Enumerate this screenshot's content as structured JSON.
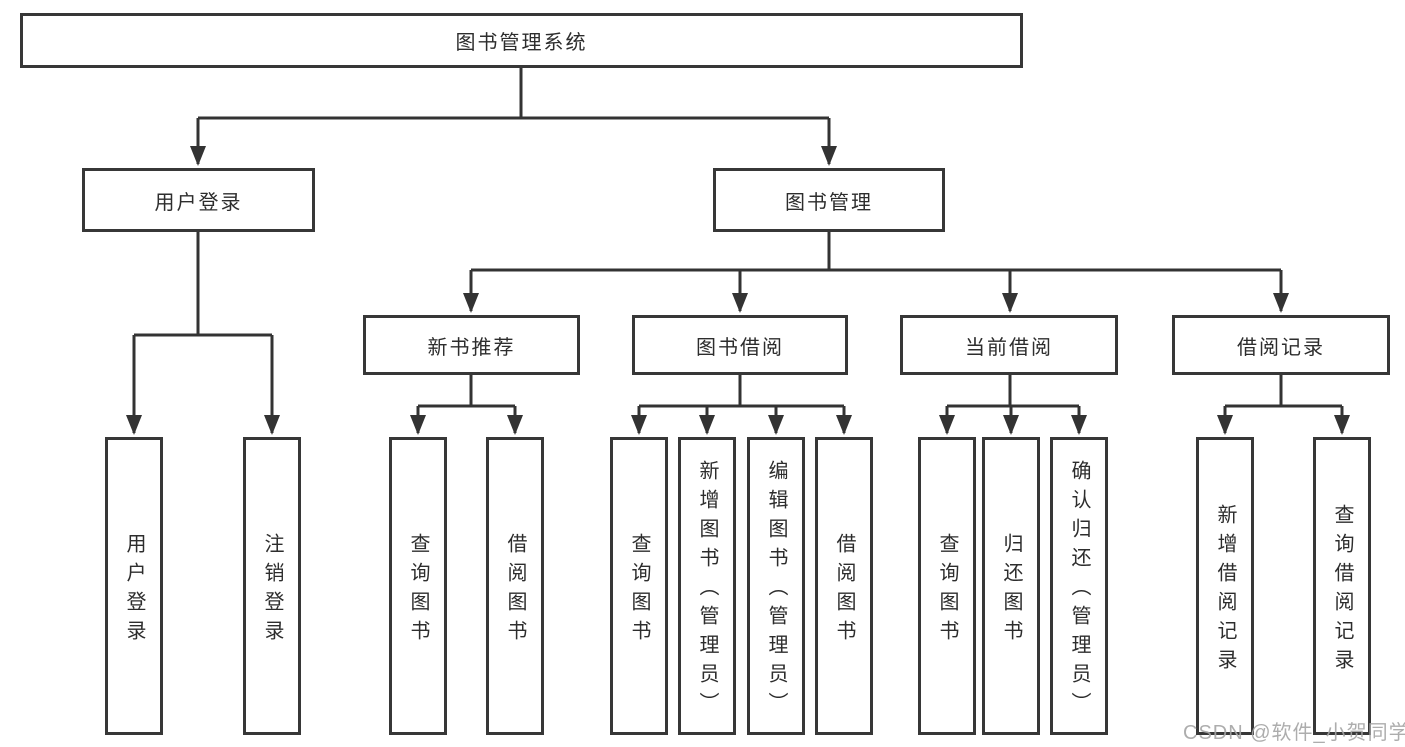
{
  "diagram_title": "图书管理系统",
  "nodes": {
    "root": "图书管理系统",
    "level2": {
      "user_login": "用户登录",
      "book_mgmt": "图书管理"
    },
    "level3": {
      "new_book_rec": "新书推荐",
      "book_borrow": "图书借阅",
      "current_borrow": "当前借阅",
      "borrow_history": "借阅记录"
    },
    "leaves": {
      "user_login": [
        "用户登录",
        "注销登录"
      ],
      "new_book_rec": [
        "查询图书",
        "借阅图书"
      ],
      "book_borrow": [
        "查询图书",
        "新增图书（管理员）",
        "编辑图书（管理员）",
        "借阅图书"
      ],
      "current_borrow": [
        "查询图书",
        "归还图书",
        "确认归还（管理员）"
      ],
      "borrow_history": [
        "新增借阅记录",
        "查询借阅记录"
      ]
    }
  },
  "colors": {
    "line": "#333333",
    "text": "#2d2d2d",
    "box_background": "#ffffff",
    "watermark": "#a5a5a5"
  },
  "watermark": "CSDN @软件_小贺同学"
}
